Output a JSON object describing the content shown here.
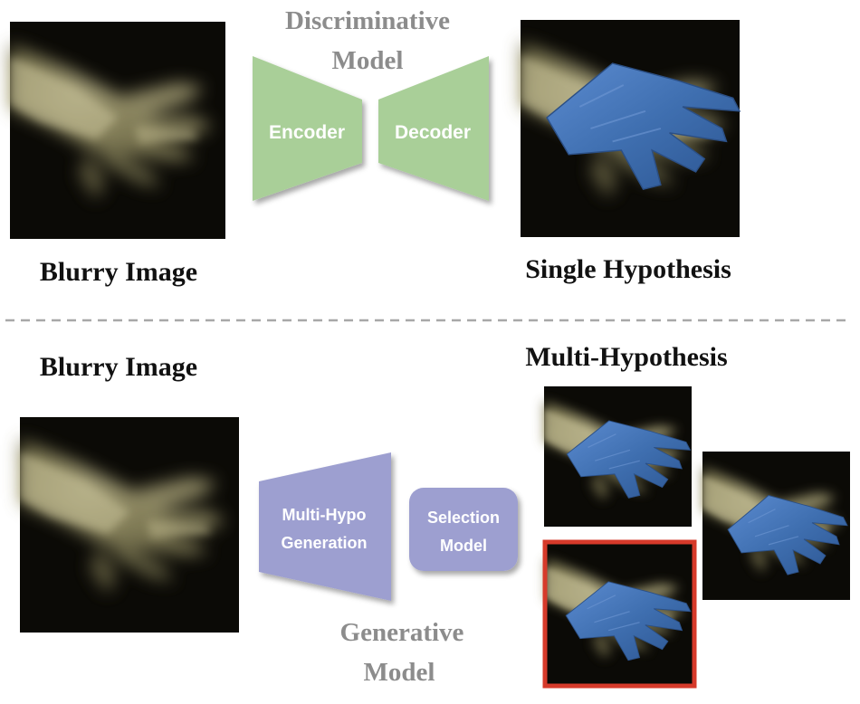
{
  "top": {
    "input_label": "Blurry Image",
    "model_title_line1": "Discriminative",
    "model_title_line2": "Model",
    "encoder_label": "Encoder",
    "decoder_label": "Decoder",
    "output_label": "Single Hypothesis"
  },
  "bottom": {
    "input_label": "Blurry Image",
    "output_title": "Multi-Hypothesis",
    "generation_line1": "Multi-Hypo",
    "generation_line2": "Generation",
    "selection_line1": "Selection",
    "selection_line2": "Model",
    "model_title_line1": "Generative",
    "model_title_line2": "Model"
  },
  "colors": {
    "encoder_fill": "#a9cf98",
    "generation_fill": "#9d9fd0",
    "mesh_blue": "#3f6fb0",
    "selected_border": "#d63a2a",
    "title_gray": "#8c8c8c",
    "divider": "#a8a8a8"
  }
}
